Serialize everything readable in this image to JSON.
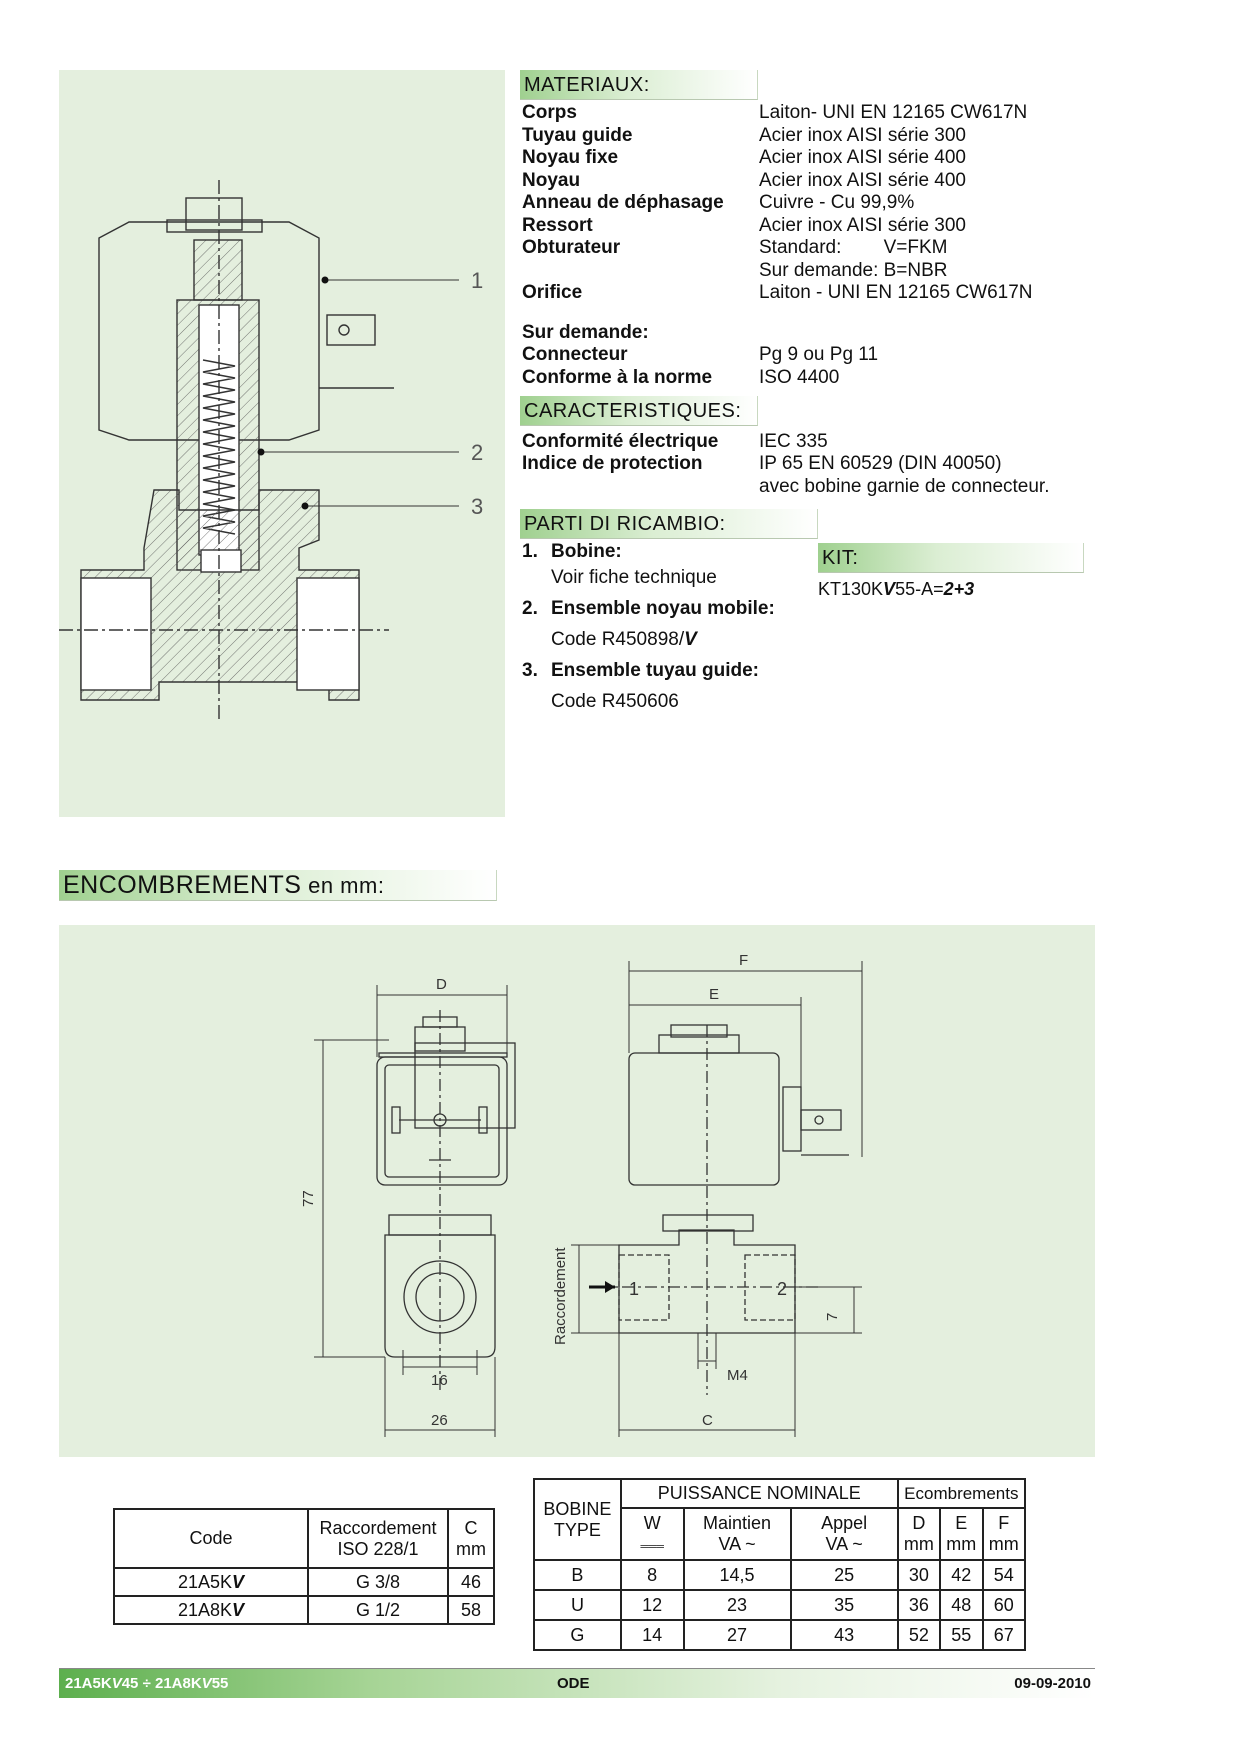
{
  "materiaux": {
    "heading": "MATERIAUX:",
    "rows": [
      {
        "k": "Corps",
        "v": "Laiton- UNI EN 12165 CW617N"
      },
      {
        "k": "Tuyau guide",
        "v": "Acier inox AISI série 300"
      },
      {
        "k": "Noyau fixe",
        "v": "Acier inox AISI série 400"
      },
      {
        "k": "Noyau",
        "v": "Acier inox AISI série 400"
      },
      {
        "k": "Anneau de déphasage",
        "v": "Cuivre - Cu 99,9%"
      },
      {
        "k": "Ressort",
        "v": "Acier inox AISI série 300"
      },
      {
        "k": "Obturateur",
        "v": "Standard:        V=FKM"
      },
      {
        "k": "",
        "v": "Sur demande: B=NBR"
      },
      {
        "k": "Orifice",
        "v": "Laiton - UNI EN 12165 CW617N"
      }
    ],
    "sur_demande": "Sur demande:",
    "rows2": [
      {
        "k": "Connecteur",
        "v": "Pg 9 ou Pg 11"
      },
      {
        "k": "Conforme à la norme",
        "v": "ISO 4400"
      }
    ]
  },
  "caracteristiques": {
    "heading": "CARACTERISTIQUES:",
    "rows": [
      {
        "k": "Conformité électrique",
        "v": "IEC 335"
      },
      {
        "k": "Indice de protection",
        "v": "IP 65 EN 60529 (DIN 40050)"
      },
      {
        "k": "",
        "v": "avec bobine garnie de connecteur."
      }
    ]
  },
  "ricambio": {
    "heading": "PARTI DI RICAMBIO:",
    "items": [
      {
        "num": "1.",
        "title": "Bobine:",
        "detail": "Voir fiche technique",
        "detail_suffix": ""
      },
      {
        "num": "2.",
        "title": "Ensemble noyau mobile:",
        "detail": "Code R450898/",
        "detail_suffix": "V"
      },
      {
        "num": "3.",
        "title": "Ensemble tuyau guide:",
        "detail": "Code R450606",
        "detail_suffix": ""
      }
    ]
  },
  "kit": {
    "heading": "KIT:",
    "code_a": "KT130K",
    "code_v": "V",
    "code_b": "55-A=",
    "code_c": "2+3"
  },
  "section_view": {
    "callouts": [
      "1",
      "2",
      "3"
    ]
  },
  "encombrements": {
    "heading_main": "ENCOMBREMENTS",
    "heading_unit": " en mm:"
  },
  "drawing_labels": {
    "D": "D",
    "E": "E",
    "F": "F",
    "C": "C",
    "h77": "77",
    "w16": "16",
    "w26": "26",
    "m4": "M4",
    "seven": "7",
    "raccordement": "Raccordement",
    "port1": "1",
    "port2": "2"
  },
  "table_code": {
    "headers": [
      "Code",
      "Raccordement",
      "ISO 228/1",
      "C",
      "mm"
    ],
    "rows": [
      {
        "code": "21A5K",
        "v": "V",
        "racc": "G 3/8",
        "c": "46"
      },
      {
        "code": "21A8K",
        "v": "V",
        "racc": "G 1/2",
        "c": "58"
      }
    ]
  },
  "table_bobine": {
    "bobine_type": [
      "BOBINE",
      "TYPE"
    ],
    "puissance": "PUISSANCE NOMINALE",
    "ecombrements": "Ecombrements",
    "w": "W",
    "dc_symbol": "═══",
    "maintien": "Maintien",
    "appel": "Appel",
    "va": "VA ~",
    "d": "D",
    "e": "E",
    "f": "F",
    "mm": "mm",
    "rows": [
      {
        "type": "B",
        "w": "8",
        "maintien": "14,5",
        "appel": "25",
        "d": "30",
        "e": "42",
        "f": "54"
      },
      {
        "type": "U",
        "w": "12",
        "maintien": "23",
        "appel": "35",
        "d": "36",
        "e": "48",
        "f": "60"
      },
      {
        "type": "G",
        "w": "14",
        "maintien": "27",
        "appel": "43",
        "d": "52",
        "e": "55",
        "f": "67"
      }
    ]
  },
  "footer": {
    "left_a": "21A5K",
    "left_v1": "V",
    "left_b": "45 ÷ 21A8K",
    "left_v2": "V",
    "left_c": "55",
    "center": "ODE",
    "right": "09-09-2010"
  }
}
